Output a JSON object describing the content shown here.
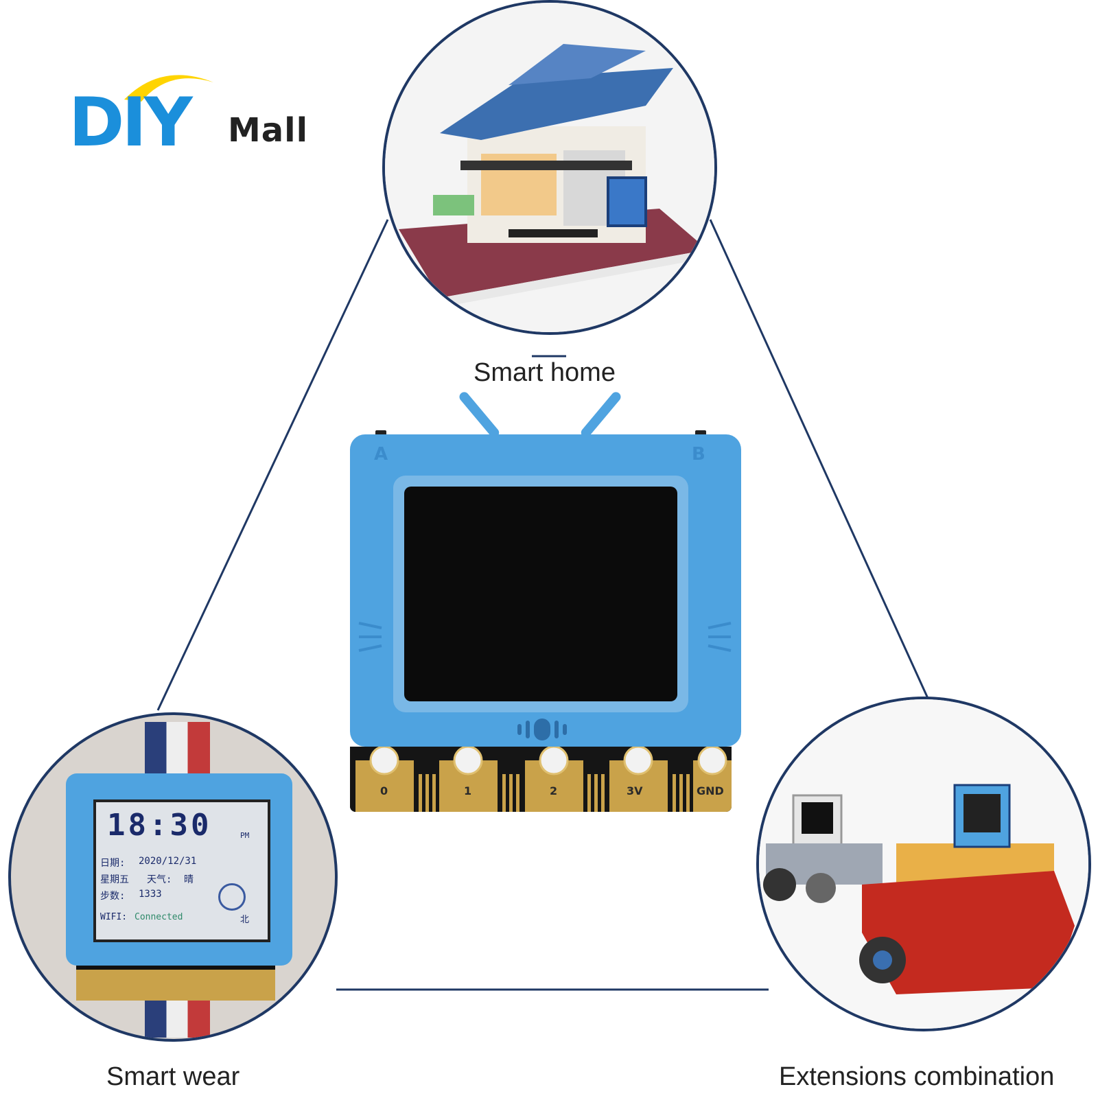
{
  "brand": {
    "logo_diy": "DIY",
    "logo_mall": "Mall",
    "colors": {
      "primary_blue": "#1b8fdb",
      "accent_yellow": "#ffd400",
      "dark": "#222222",
      "board_blue": "#4fa3e0"
    }
  },
  "scenarios": {
    "top": {
      "caption": "Smart home"
    },
    "left": {
      "caption": "Smart wear"
    },
    "right": {
      "caption": "Extensions combination"
    }
  },
  "device": {
    "button_a": "A",
    "button_b": "B",
    "pins": [
      "0",
      "1",
      "2",
      "3V",
      "GND"
    ]
  },
  "watch_screen": {
    "time": "18:30",
    "ampm": "PM",
    "date_label": "日期:",
    "date": "2020/12/31",
    "weekday": "星期五",
    "weather_label": "天气:",
    "weather": "晴",
    "steps_label": "步数:",
    "steps": "1333",
    "wifi_label": "WIFI:",
    "wifi_status": "Connected",
    "compass": "北"
  }
}
